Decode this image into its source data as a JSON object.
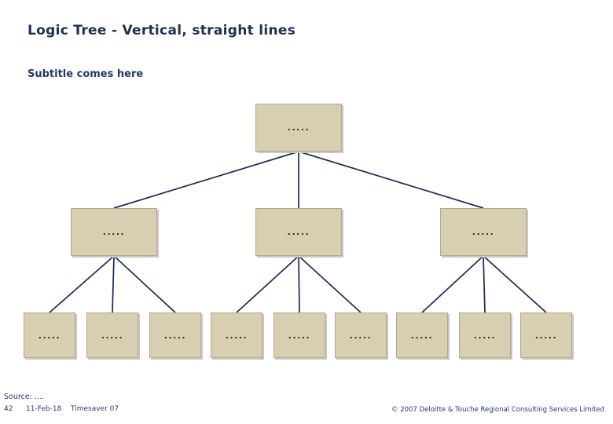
{
  "slide": {
    "title": "Logic Tree - Vertical, straight lines",
    "subtitle": "Subtitle comes here"
  },
  "tree": {
    "root": {
      "label": "....."
    },
    "middle": [
      {
        "label": "....."
      },
      {
        "label": "....."
      },
      {
        "label": "....."
      }
    ],
    "leaves": [
      {
        "label": "....."
      },
      {
        "label": "....."
      },
      {
        "label": "....."
      },
      {
        "label": "....."
      },
      {
        "label": "....."
      },
      {
        "label": "....."
      },
      {
        "label": "....."
      },
      {
        "label": "....."
      },
      {
        "label": "....."
      }
    ]
  },
  "footer": {
    "source": "Source: ....",
    "page_number": "42",
    "date": "11-Feb-18",
    "doc_name": "Timesaver 07",
    "copyright": "© 2007 Deloitte & Touche Regional Consulting Services Limited"
  },
  "colors": {
    "box_fill": "#d8ceb2",
    "box_border": "#b0a890",
    "connector_line": "#1b2a55",
    "title_text": "#1f3150",
    "footer_text": "#2b3a6b",
    "copyright_text": "#26357c"
  }
}
